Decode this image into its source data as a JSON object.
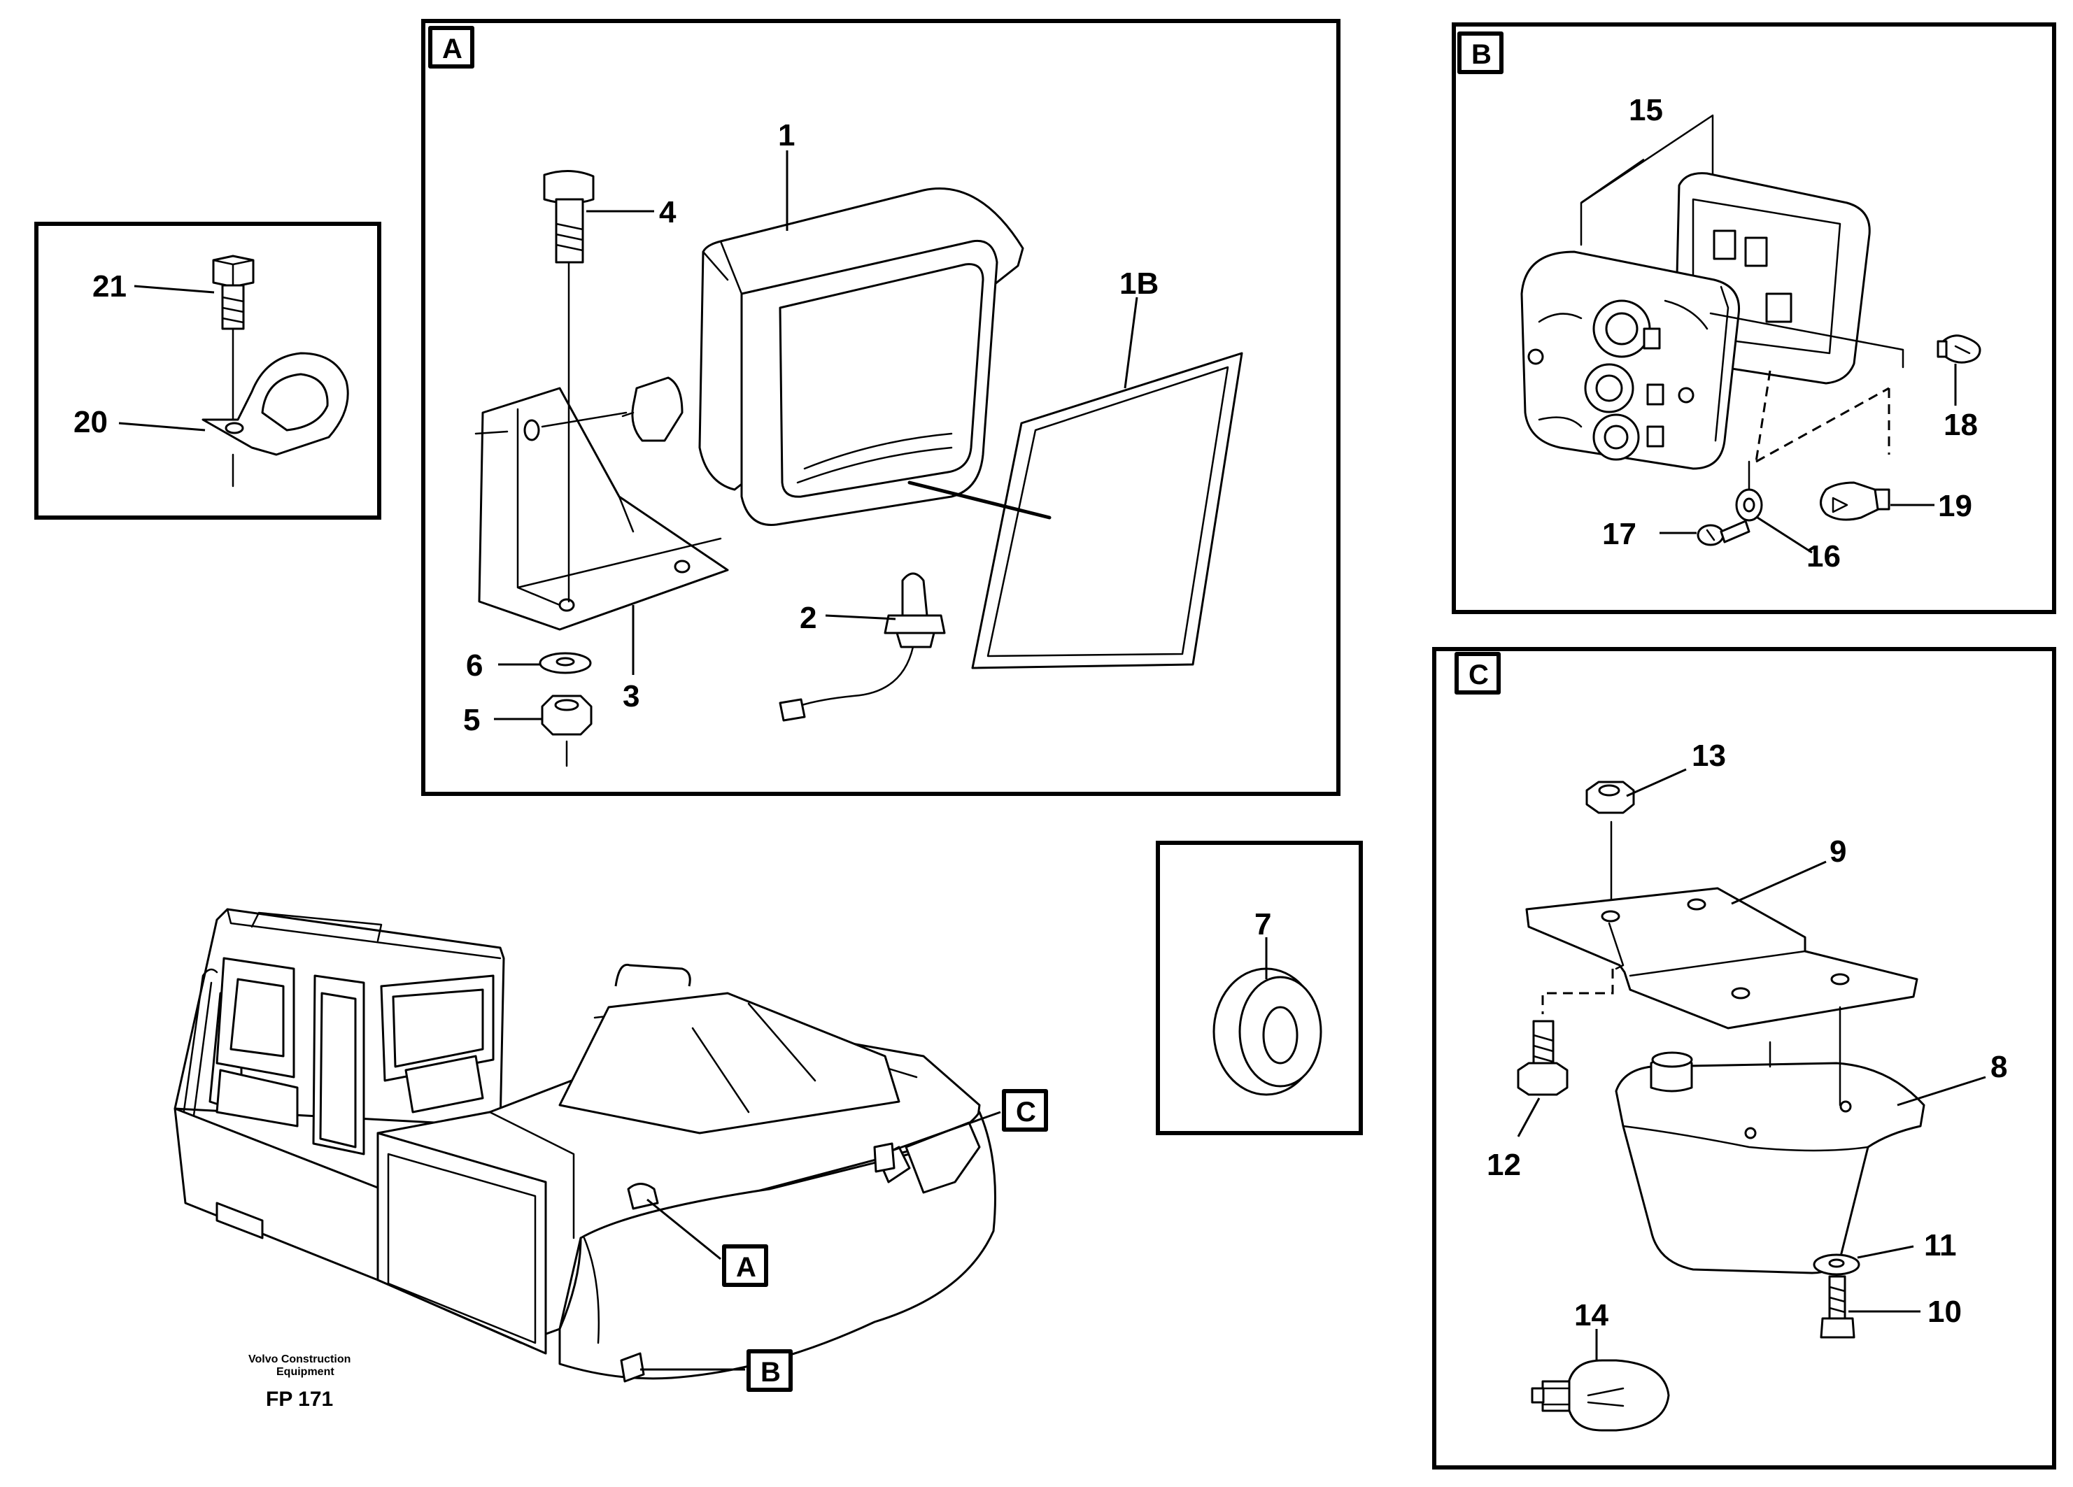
{
  "detail_tags": [
    "A",
    "B",
    "C"
  ],
  "callouts": {
    "c1": "1",
    "c1b": "1B",
    "c2": "2",
    "c3": "3",
    "c4": "4",
    "c5": "5",
    "c6": "6",
    "c7": "7",
    "c8": "8",
    "c9": "9",
    "c10": "10",
    "c11": "11",
    "c12": "12",
    "c13": "13",
    "c14": "14",
    "c15": "15",
    "c16": "16",
    "c17": "17",
    "c18": "18",
    "c19": "19",
    "c20": "20",
    "c21": "21"
  },
  "machine_tags": [
    "A",
    "B",
    "C"
  ],
  "footer": {
    "company_line1": "Volvo Construction",
    "company_line2": "Equipment",
    "figure_code": "FP 171"
  }
}
